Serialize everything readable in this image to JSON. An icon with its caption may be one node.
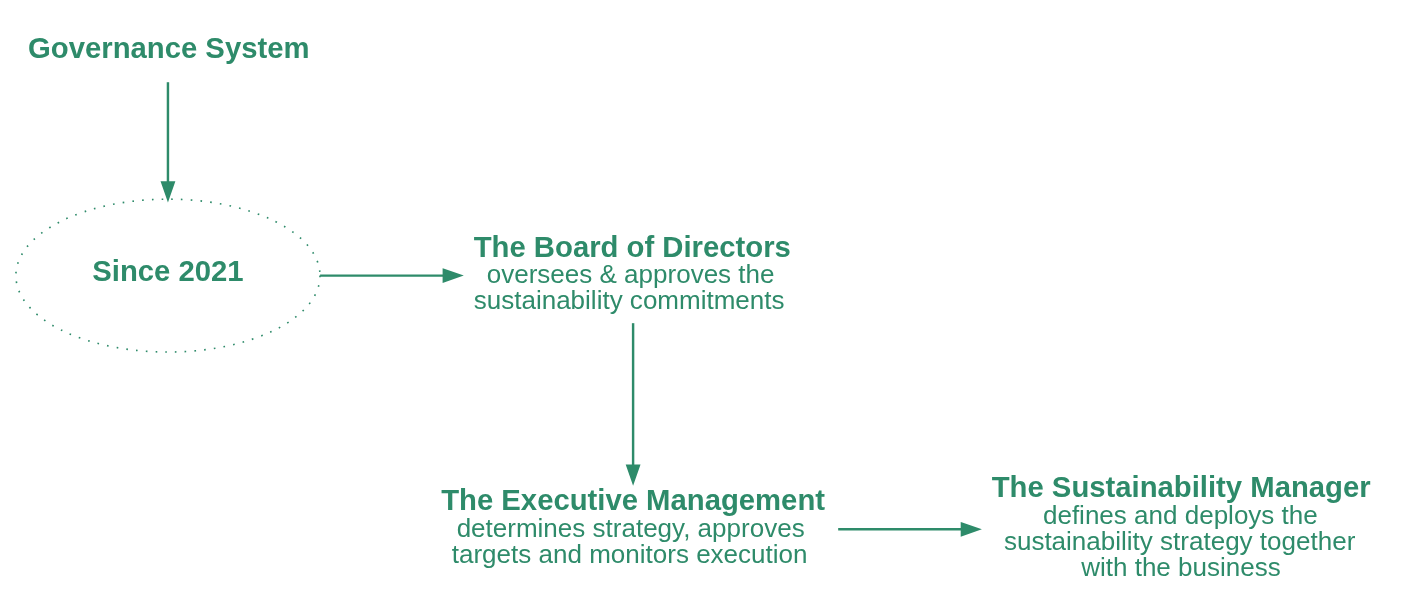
{
  "diagram": {
    "nodes": [
      {
        "text": [
          "Governance System"
        ]
      },
      {
        "text": [
          "Since 2021"
        ]
      },
      {
        "text": [
          "The Board of Directors",
          "oversees & approves the sustainability commitments"
        ]
      },
      {
        "text": [
          "The Executive Management",
          "determines strategy, approves targets and monitors execution"
        ]
      },
      {
        "text": [
          "The Sustainability Manager",
          "defines and deploys the sustainability strategy together with the business"
        ]
      }
    ],
    "edges": [
      {
        "from": 0,
        "to": 1,
        "arrow": "to"
      },
      {
        "from": 1,
        "to": 2,
        "arrow": "to"
      },
      {
        "from": 2,
        "to": 3,
        "arrow": "to"
      },
      {
        "from": 3,
        "to": 4,
        "arrow": "to"
      }
    ]
  }
}
